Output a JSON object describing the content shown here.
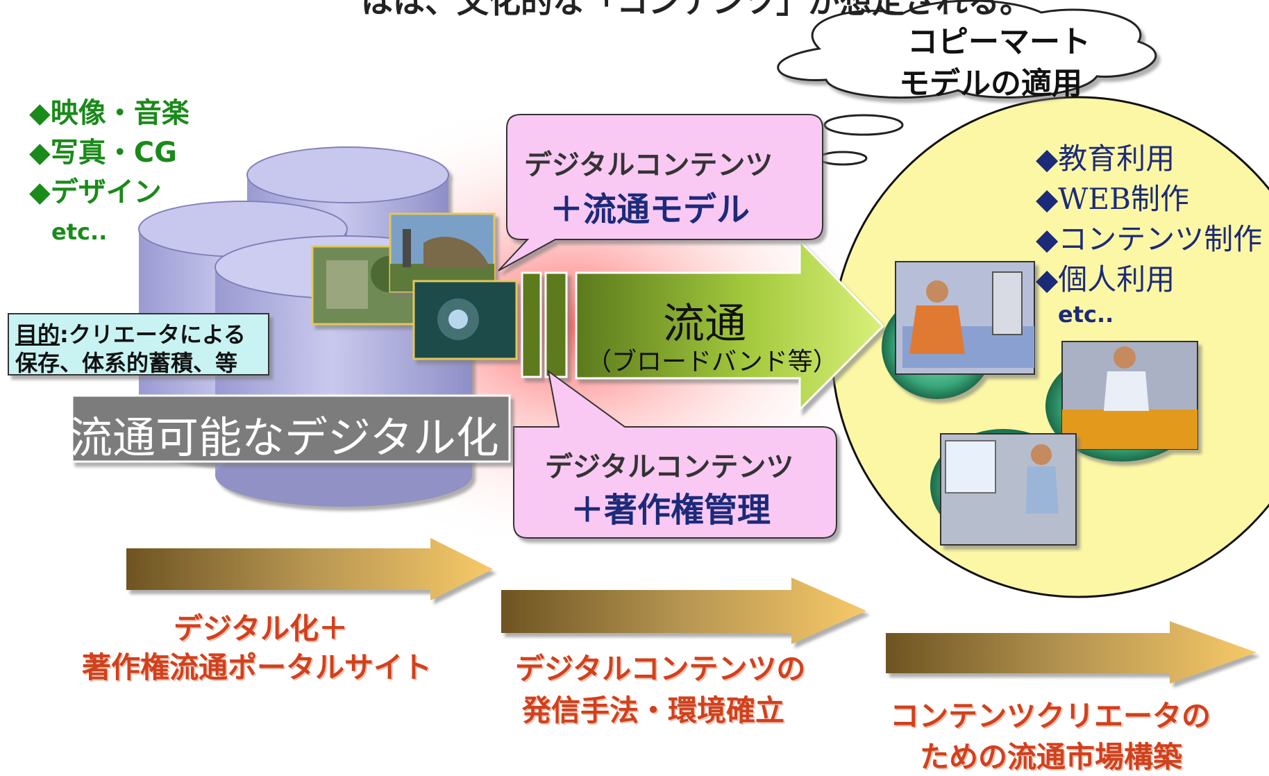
{
  "top_text": "はは、文化的な「コンテンツ」が想定される。",
  "cloud": {
    "line1": "コピーマート",
    "line2": "モデルの適用"
  },
  "left_list": [
    "◆映像・音楽",
    "◆写真・CG",
    "◆デザイン",
    "etc.."
  ],
  "purpose": {
    "underlined": "目的",
    "rest": ":クリエータによる",
    "line2": "保存、体系的蓄積、等"
  },
  "digitization_label": "流通可能なデジタル化",
  "bubble_top": {
    "line1": "デジタルコンテンツ",
    "line2": "＋流通モデル"
  },
  "bubble_bottom": {
    "line1": "デジタルコンテンツ",
    "line2": "＋著作権管理"
  },
  "flow": {
    "main": "流通",
    "sub": "（ブロードバンド等）"
  },
  "uses": [
    "◆教育利用",
    "◆WEB制作",
    "◆コンテンツ制作",
    "◆個人利用",
    "etc.."
  ],
  "stages": [
    {
      "line1": "デジタル化＋",
      "line2": "著作権流通ポータルサイト"
    },
    {
      "line1": "デジタルコンテンツの",
      "line2": "発信手法・環境確立"
    },
    {
      "line1": "コンテンツクリエータの",
      "line2": "ための流通市場構築"
    }
  ],
  "colors": {
    "green_text": "#1a8a1a",
    "stage_text": "#d2401c",
    "bubble_fill": "#f9c8f3",
    "ellipse_fill": "#fbf7a4",
    "arrow_green": "#5a7a18",
    "cylinder": "#b7b7e4"
  }
}
